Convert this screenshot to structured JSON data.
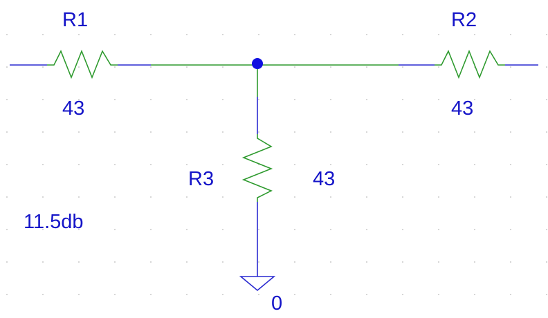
{
  "schematic": {
    "colors": {
      "wire_blue": "#2a2ad0",
      "wire_green": "#2e9a2e",
      "resistor": "#2e9a2e",
      "node_dot": "#1010e0",
      "text": "#1414c8",
      "grid_dot": "#b8b8b8"
    },
    "grid": true,
    "r1": {
      "name": "R1",
      "value": "43"
    },
    "r2": {
      "name": "R2",
      "value": "43"
    },
    "r3": {
      "name": "R3",
      "value": "43"
    },
    "attenuation_note": "11.5db",
    "ground": {
      "label": "0",
      "icon": "ground-symbol-icon"
    },
    "junction": {
      "icon": "junction-dot-icon"
    }
  }
}
